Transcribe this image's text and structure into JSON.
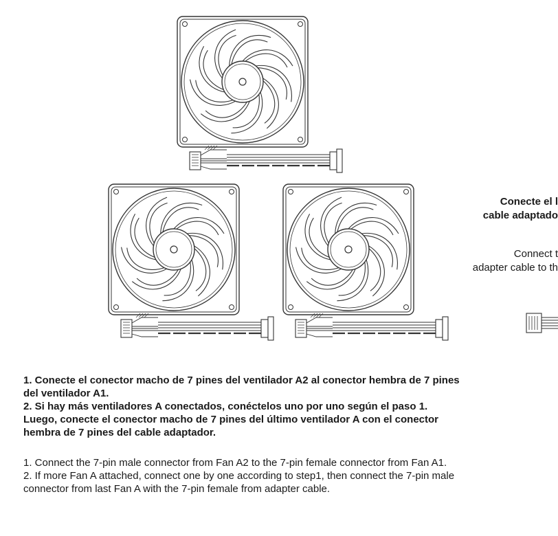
{
  "side_note": {
    "es_lines": [
      "Conecte el l",
      "cable adaptado"
    ],
    "en_lines": [
      "Connect t",
      "adapter cable to th"
    ]
  },
  "instructions_es": [
    "1. Conecte el conector macho de 7 pines del ventilador A2 al conector hembra de 7 pines",
    "del ventilador A1.",
    "2. Si hay más ventiladores A conectados, conéctelos uno por uno según el paso 1.",
    "Luego, conecte el conector macho de 7 pines del último ventilador A con el conector",
    "hembra de 7 pines del cable adaptador."
  ],
  "instructions_en": [
    "1. Connect the 7-pin male connector from Fan A2 to the 7-pin female connector from Fan A1.",
    "2. If more Fan A attached, connect one by one according to step1, then connect the 7-pin male",
    "connector from last Fan A with the 7-pin female from adapter cable."
  ],
  "colors": {
    "line": "#333333",
    "text": "#1a1a1a",
    "background": "#ffffff"
  }
}
